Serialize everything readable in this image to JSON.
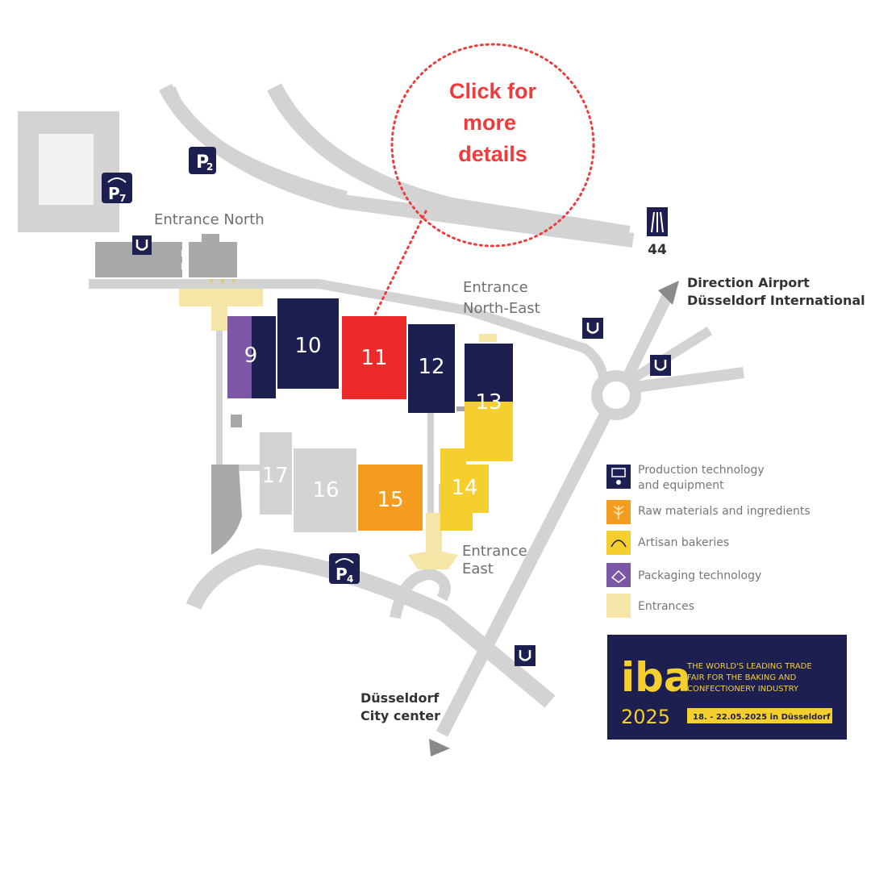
{
  "callout": {
    "lines": [
      "Click for",
      "more",
      "details"
    ],
    "color": "#ef3b3b"
  },
  "halls": [
    {
      "label": "9",
      "category": "packaging"
    },
    {
      "label": "10",
      "category": "production"
    },
    {
      "label": "11",
      "category": "highlighted"
    },
    {
      "label": "12",
      "category": "production"
    },
    {
      "label": "13",
      "category": "production/artisan"
    },
    {
      "label": "14",
      "category": "artisan"
    },
    {
      "label": "15",
      "category": "raw-materials"
    },
    {
      "label": "16",
      "category": "other"
    },
    {
      "label": "17",
      "category": "other"
    }
  ],
  "places": {
    "entrance_north": "Entrance North",
    "entrance_north_east": [
      "Entrance",
      "North-East"
    ],
    "entrance_east": [
      "Entrance",
      "East"
    ],
    "airport": [
      "Direction Airport",
      "Düsseldorf International"
    ],
    "city": [
      "Düsseldorf",
      "City center"
    ],
    "motorway": "44"
  },
  "parking": [
    {
      "label": "P",
      "sub": "2"
    },
    {
      "label": "P",
      "sub": "7"
    },
    {
      "label": "P",
      "sub": "4"
    }
  ],
  "legend": [
    {
      "label": [
        "Production technology",
        "and equipment"
      ],
      "icon": "machine-icon",
      "color": "#1c1f4f"
    },
    {
      "label": [
        "Raw materials and ingredients"
      ],
      "icon": "wheat-icon",
      "color": "#f39c1f"
    },
    {
      "label": [
        "Artisan bakeries"
      ],
      "icon": "croissant-icon",
      "color": "#f5cf2e"
    },
    {
      "label": [
        "Packaging technology"
      ],
      "icon": "package-icon",
      "color": "#7b57a6"
    },
    {
      "label": [
        "Entrances"
      ],
      "icon": "entrance-swatch",
      "color": "#f5e6a8"
    }
  ],
  "banner": {
    "logo": "iba",
    "tagline": [
      "THE WORLD'S LEADING TRADE",
      "FAIR FOR THE BAKING AND",
      "CONFECTIONERY INDUSTRY"
    ],
    "year": "2025",
    "dates": "18. - 22.05.2025 in Düsseldorf",
    "bg_color": "#1c1f4f",
    "accent_color": "#f5cf2e"
  },
  "colors": {
    "production": "#1c1f4f",
    "highlight": "#ec2a2a",
    "raw_materials": "#f39c1f",
    "artisan": "#f5cf2e",
    "packaging": "#7b57a6",
    "entrance": "#f5e6a8",
    "road": "#d3d3d3",
    "building": "#a9a9a9",
    "other_hall": "#d3d3d3"
  }
}
